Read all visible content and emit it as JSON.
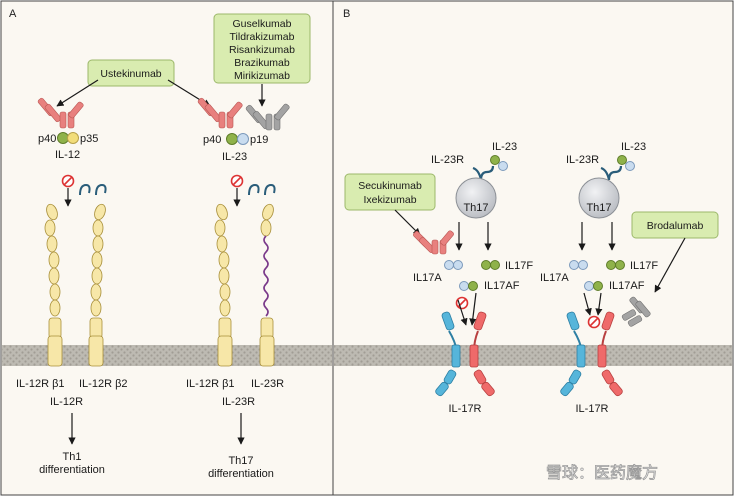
{
  "panels": {
    "a": {
      "letter": "A"
    },
    "b": {
      "letter": "B"
    }
  },
  "drugs": {
    "ustekinumab": "Ustekinumab",
    "p19_inhibitors": [
      "Guselkumab",
      "Tildrakizumab",
      "Risankizumab",
      "Brazikumab",
      "Mirikizumab"
    ],
    "il17a_inhibitors": [
      "Secukinumab",
      "Ixekizumab"
    ],
    "brodalumab": "Brodalumab"
  },
  "panel_a": {
    "il12": {
      "p40": "p40",
      "p35": "p35",
      "name": "IL-12"
    },
    "il23": {
      "p40": "p40",
      "p19": "p19",
      "name": "IL-23"
    },
    "il12r": {
      "b1": "IL-12R  β1",
      "b2": "IL-12R  β2",
      "name": "IL-12R"
    },
    "il23r": {
      "b1": "IL-12R  β1",
      "r": "IL-23R",
      "name": "IL-23R"
    },
    "outcome_th1": [
      "Th1",
      "differentiation"
    ],
    "outcome_th17": [
      "Th17",
      "differentiation"
    ]
  },
  "panel_b": {
    "left": {
      "il23r": "IL-23R",
      "il23": "IL-23",
      "cell": "Th17",
      "il17a": "IL17A",
      "il17f": "IL17F",
      "il17af": "IL17AF",
      "receptor": "IL-17R"
    },
    "right": {
      "il23r": "IL-23R",
      "il23": "IL-23",
      "cell": "Th17",
      "il17a": "IL17A",
      "il17f": "IL17F",
      "il17af": "IL17AF",
      "receptor": "IL-17R"
    }
  },
  "watermark": "雪球：医药魔方",
  "colors": {
    "drug_box": "#d9ecb0",
    "antibody_red": "#e8807e",
    "antibody_gray": "#a3a3a3",
    "membrane": "#b9b6ae",
    "receptor_yellow": "#f7e7a8",
    "receptor_blue": "#56b5da",
    "receptor_red": "#ef6a6a",
    "p40_green": "#8fb24a",
    "p35_yellow": "#f2dd7a",
    "p19_blue": "#c9dcef",
    "cell_gray": "#d2d4d8"
  }
}
